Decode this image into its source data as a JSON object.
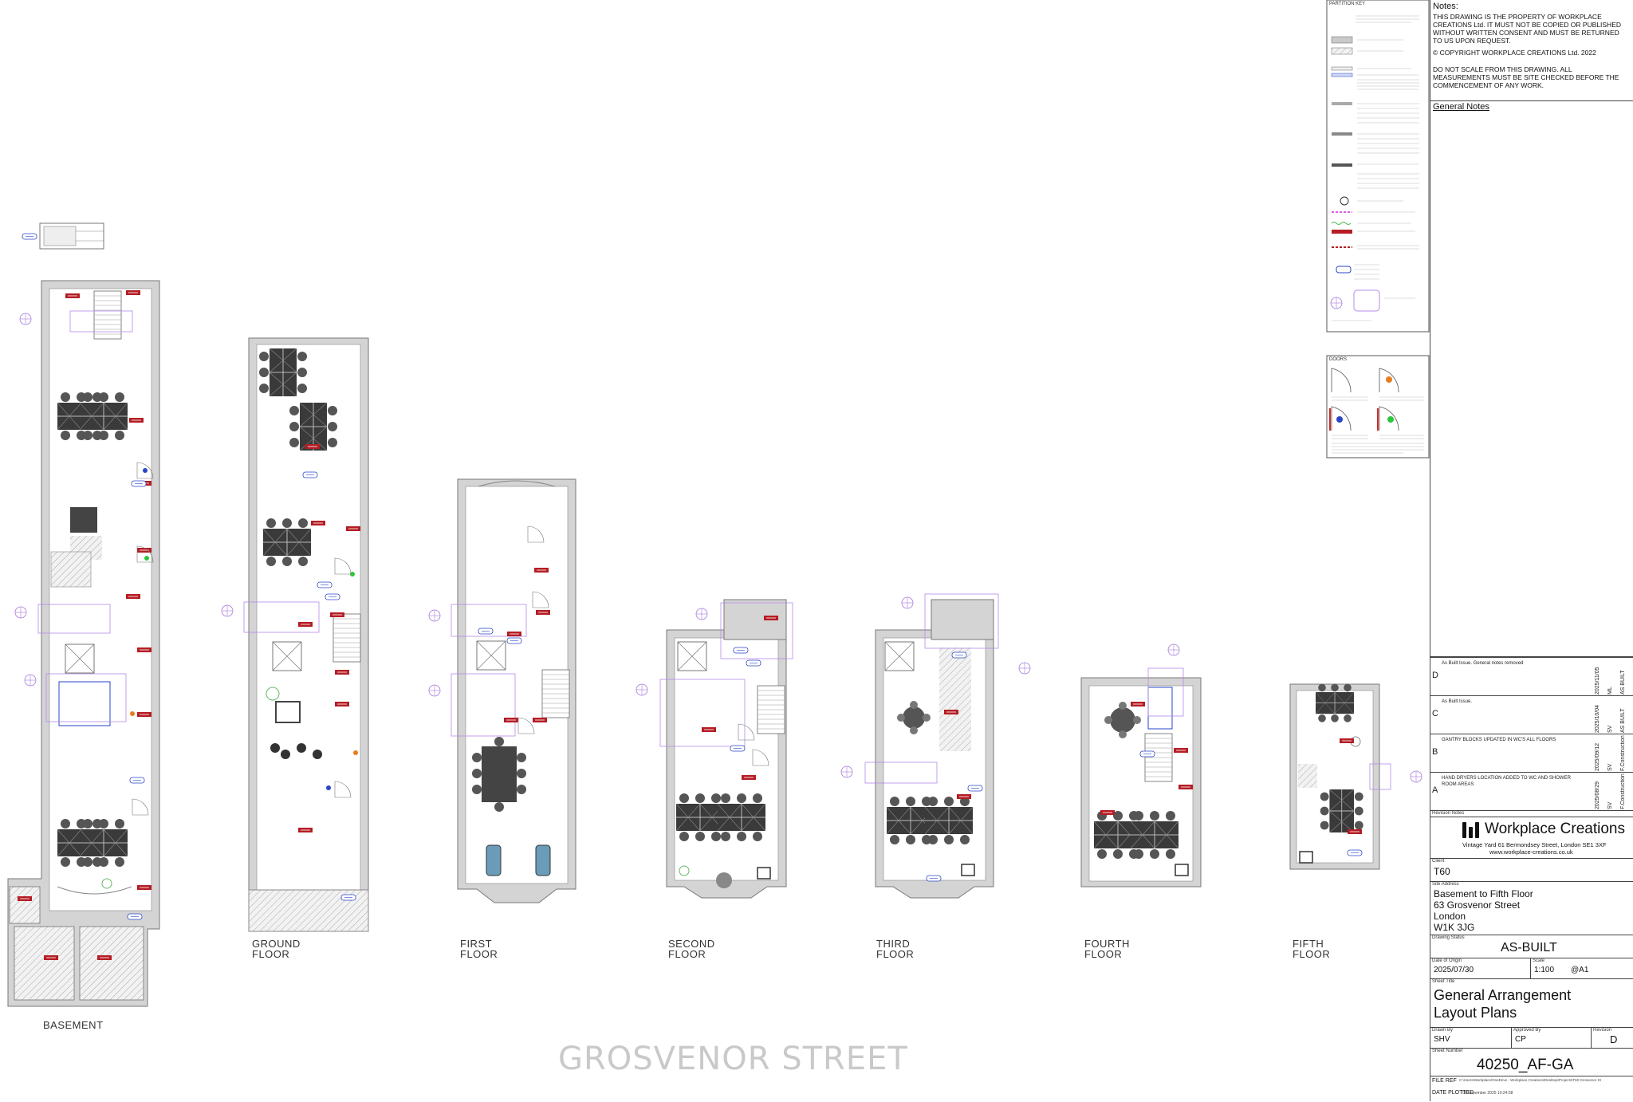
{
  "floors": {
    "basement": "BASEMENT",
    "ground": [
      "GROUND",
      "FLOOR"
    ],
    "first": [
      "FIRST",
      "FLOOR"
    ],
    "second": [
      "SECOND",
      "FLOOR"
    ],
    "third": [
      "THIRD",
      "FLOOR"
    ],
    "fourth": [
      "FOURTH",
      "FLOOR"
    ],
    "fifth": [
      "FIFTH",
      "FLOOR"
    ]
  },
  "street_label": "GROSVENOR STREET",
  "partition_key": {
    "title": "PARTITION KEY"
  },
  "doors_key": {
    "title": "DOORS"
  },
  "title_block": {
    "notes_heading": "Notes:",
    "notes": [
      "THIS DRAWING IS THE PROPERTY OF WORKPLACE CREATIONS Ltd. IT MUST NOT BE COPIED OR PUBLISHED WITHOUT WRITTEN CONSENT AND MUST BE RETURNED TO US UPON REQUEST.",
      "© COPYRIGHT WORKPLACE CREATIONS Ltd. 2022",
      "DO NOT SCALE FROM THIS DRAWING. ALL MEASUREMENTS MUST BE SITE CHECKED BEFORE THE COMMENCEMENT OF ANY WORK."
    ],
    "general_notes": "General Notes",
    "revisions": [
      {
        "letter": "D",
        "desc": "As Built Issue. General notes removed",
        "date": "2025/11/05",
        "by": "ML",
        "status": "AS BUILT"
      },
      {
        "letter": "C",
        "desc": "As Built Issue.",
        "date": "2025/10/04",
        "by": "SV",
        "status": "AS BUILT"
      },
      {
        "letter": "B",
        "desc": "GANTRY BLOCKS UPDATED IN WC'S ALL FLOORS",
        "date": "2025/09/12",
        "by": "SV",
        "status": "F.Construction"
      },
      {
        "letter": "A",
        "desc": "HAND DRYERS LOCATION ADDED TO WC AND SHOWER ROOM AREAS",
        "date": "2025/08/29",
        "by": "SV",
        "status": "F.Construction"
      }
    ],
    "revision_notes": "Revision Notes",
    "company": "Workplace Creations",
    "address": "Vintage Yard 61 Bermondsey Street, London SE1 3XF",
    "website": "www.workplace-creations.co.uk",
    "client_label": "Client",
    "client": "T60",
    "site_label": "Site Address",
    "site_lines": [
      "Basement to Fifth Floor",
      "63 Grosvenor Street",
      "London",
      "W1K 3JG"
    ],
    "status_label": "Drawing Status",
    "status": "AS-BUILT",
    "date_label": "Date of Origin",
    "date": "2025/07/30",
    "scale_label": "Scale",
    "scale": "1:100",
    "paper": "@A1",
    "sheet_title_label": "Sheet Title",
    "sheet_title": [
      "General Arrangement",
      "Layout Plans"
    ],
    "drawn_label": "Drawn By",
    "drawn": "SHV",
    "approved_label": "Approved By",
    "approved": "CP",
    "revision_label": "Revision",
    "revision": "D",
    "sheet_number_label": "Sheet Number",
    "sheet_number": "40250_AF-GA",
    "file_ref_label": "FILE REF",
    "file_ref": "C:\\Users\\Workplace\\OneDrive - Workplace Creations\\Desktop\\Projects\\T60 Grosvenor St",
    "date_plotted_label": "DATE PLOTTED",
    "date_plotted": "06 November 2025 10:24:58"
  }
}
